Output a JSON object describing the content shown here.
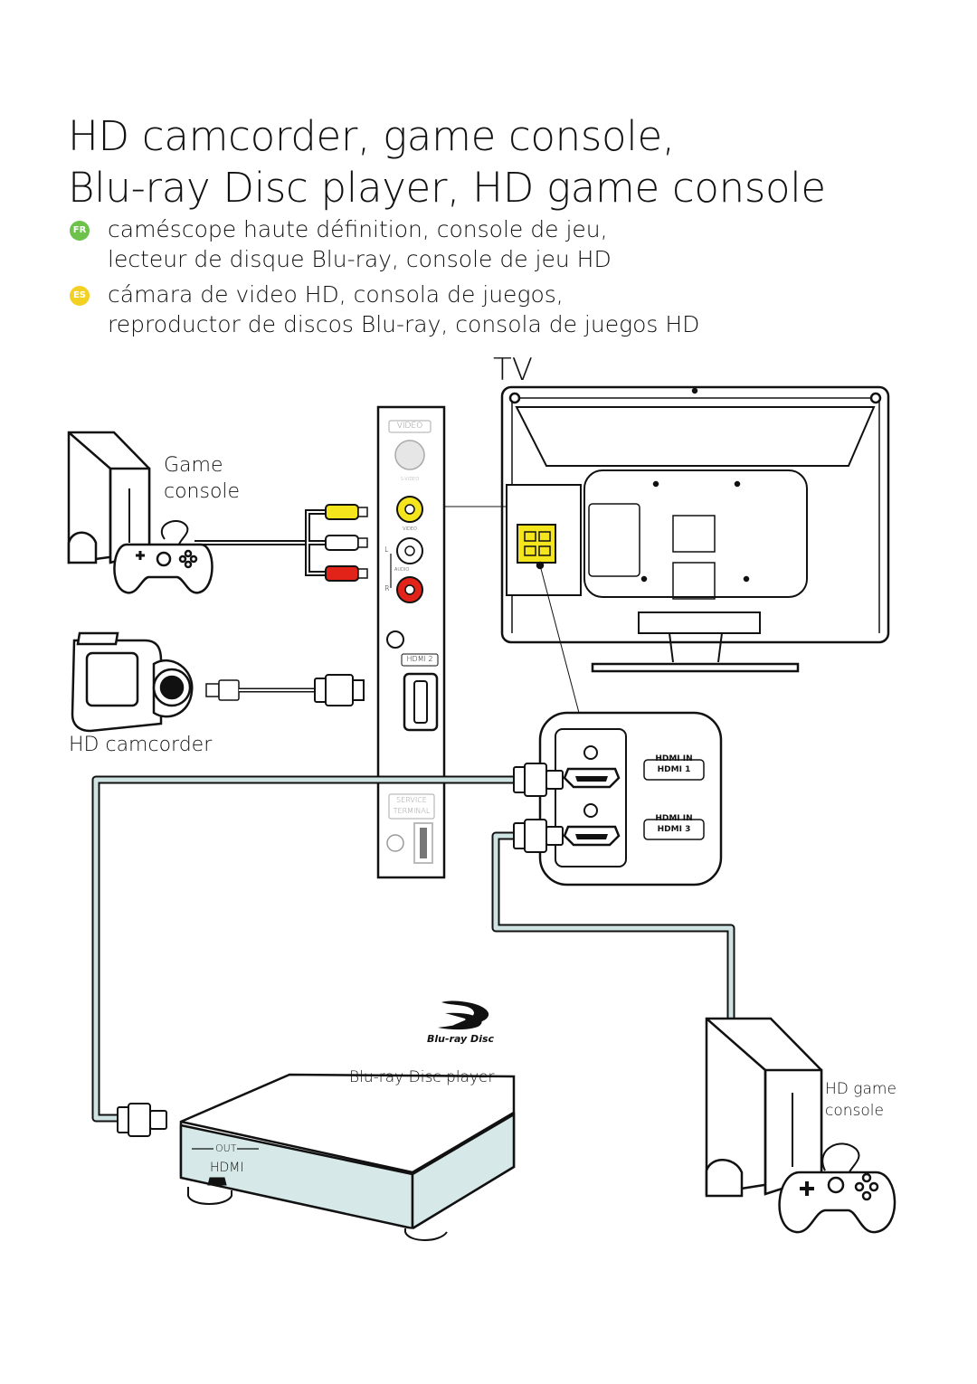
{
  "title": {
    "line1": "HD camcorder, game console,",
    "line2": "Blu-ray Disc player, HD game console"
  },
  "translations": [
    {
      "code": "FR",
      "color": "#6cc24a",
      "line1": "caméscope haute définition, console de jeu,",
      "line2": "lecteur de disque Blu-ray, console de jeu HD"
    },
    {
      "code": "ES",
      "color": "#f2d024",
      "line1": "cámara de video HD, consola de juegos,",
      "line2": "reproductor de discos Blu-ray, consola de juegos HD"
    }
  ],
  "tv_label": "TV",
  "devices": {
    "game_console": {
      "line1": "Game",
      "line2": "console"
    },
    "hd_camcorder": "HD camcorder",
    "bluray_player": "Blu-ray Disc player",
    "hd_game_console": {
      "line1": "HD game",
      "line2": "console"
    }
  },
  "side_panel": {
    "video": "VIDEO",
    "svideo": "S-VIDEO",
    "video_small": "VIDEO",
    "audio": "AUDIO",
    "l": "L",
    "r": "R",
    "hdmi2": "HDMI 2",
    "service": "SERVICE",
    "terminal": "TERMINAL"
  },
  "rear_ports": {
    "hdmi_in_1": "HDMI IN",
    "hdmi1": "HDMI 1",
    "hdmi_in_3": "HDMI IN",
    "hdmi3": "HDMI 3"
  },
  "player_panel": {
    "out": "OUT",
    "hdmi": "HDMI"
  },
  "bluray_logo": "Blu-ray Disc",
  "colors": {
    "cable": "#cfe3e3",
    "player": "#d6e8e8",
    "yellow": "#f4e51c",
    "red": "#e2231a"
  }
}
